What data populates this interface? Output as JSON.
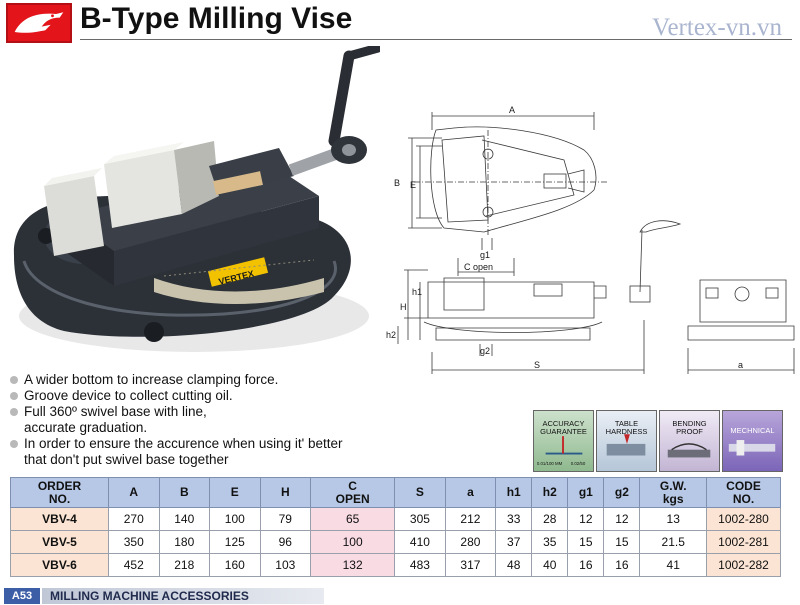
{
  "header": {
    "title": "B-Type Milling Vise",
    "watermark": "Vertex-vn.vn",
    "logo_icon": "eagle-head-icon",
    "logo_color": "#e4141b"
  },
  "photo": {
    "brand_plate": "VERTEX"
  },
  "drawings": {
    "top_view": {
      "A": "A",
      "B": "B",
      "E": "E",
      "g1": "g1",
      "c_open": "C open"
    },
    "side_view": {
      "H": "H",
      "h1": "h1",
      "h2": "h2",
      "g2": "g2",
      "S": "S"
    },
    "end_view": {
      "a": "a"
    }
  },
  "features": [
    "A wider bottom to increase clamping force.",
    "Groove device to collect cutting oil.",
    "Full 360º swivel base with line,",
    "accurate graduation.",
    "In order to ensure the accurence when using it' better",
    "that don't put swivel base together"
  ],
  "badges": [
    {
      "label_line1": "ACCURACY",
      "label_line2": "GUARANTEE",
      "icon": "accuracy-gauge-icon",
      "sub1": "0.01/100 MM",
      "sub2": "0.02/50"
    },
    {
      "label_line1": "TABLE",
      "label_line2": "HARDNESS",
      "icon": "hardness-test-icon"
    },
    {
      "label_line1": "BENDING",
      "label_line2": "PROOF",
      "icon": "bending-proof-icon"
    },
    {
      "label_line1": "MECHNICAL",
      "label_line2": "",
      "icon": "mechanical-screw-icon"
    }
  ],
  "table": {
    "headers": [
      [
        "ORDER",
        "NO."
      ],
      [
        "A",
        ""
      ],
      [
        "B",
        ""
      ],
      [
        "E",
        ""
      ],
      [
        "H",
        ""
      ],
      [
        "C",
        "OPEN"
      ],
      [
        "S",
        ""
      ],
      [
        "a",
        ""
      ],
      [
        "h1",
        ""
      ],
      [
        "h2",
        ""
      ],
      [
        "g1",
        ""
      ],
      [
        "g2",
        ""
      ],
      [
        "G.W.",
        "kgs"
      ],
      [
        "CODE",
        "NO."
      ]
    ],
    "rows": [
      [
        "VBV-4",
        "270",
        "140",
        "100",
        "79",
        "65",
        "305",
        "212",
        "33",
        "28",
        "12",
        "12",
        "13",
        "1002-280"
      ],
      [
        "VBV-5",
        "350",
        "180",
        "125",
        "96",
        "100",
        "410",
        "280",
        "37",
        "35",
        "15",
        "15",
        "21.5",
        "1002-281"
      ],
      [
        "VBV-6",
        "452",
        "218",
        "160",
        "103",
        "132",
        "483",
        "317",
        "48",
        "40",
        "16",
        "16",
        "41",
        "1002-282"
      ]
    ]
  },
  "footer": {
    "page": "A53",
    "section": "MILLING MACHINE ACCESSORIES"
  },
  "colors": {
    "header_row": "#b6c8e6",
    "order_col": "#fbe4d3",
    "c_open_col": "#f9dbe4",
    "footer_box": "#3b5ea6"
  }
}
